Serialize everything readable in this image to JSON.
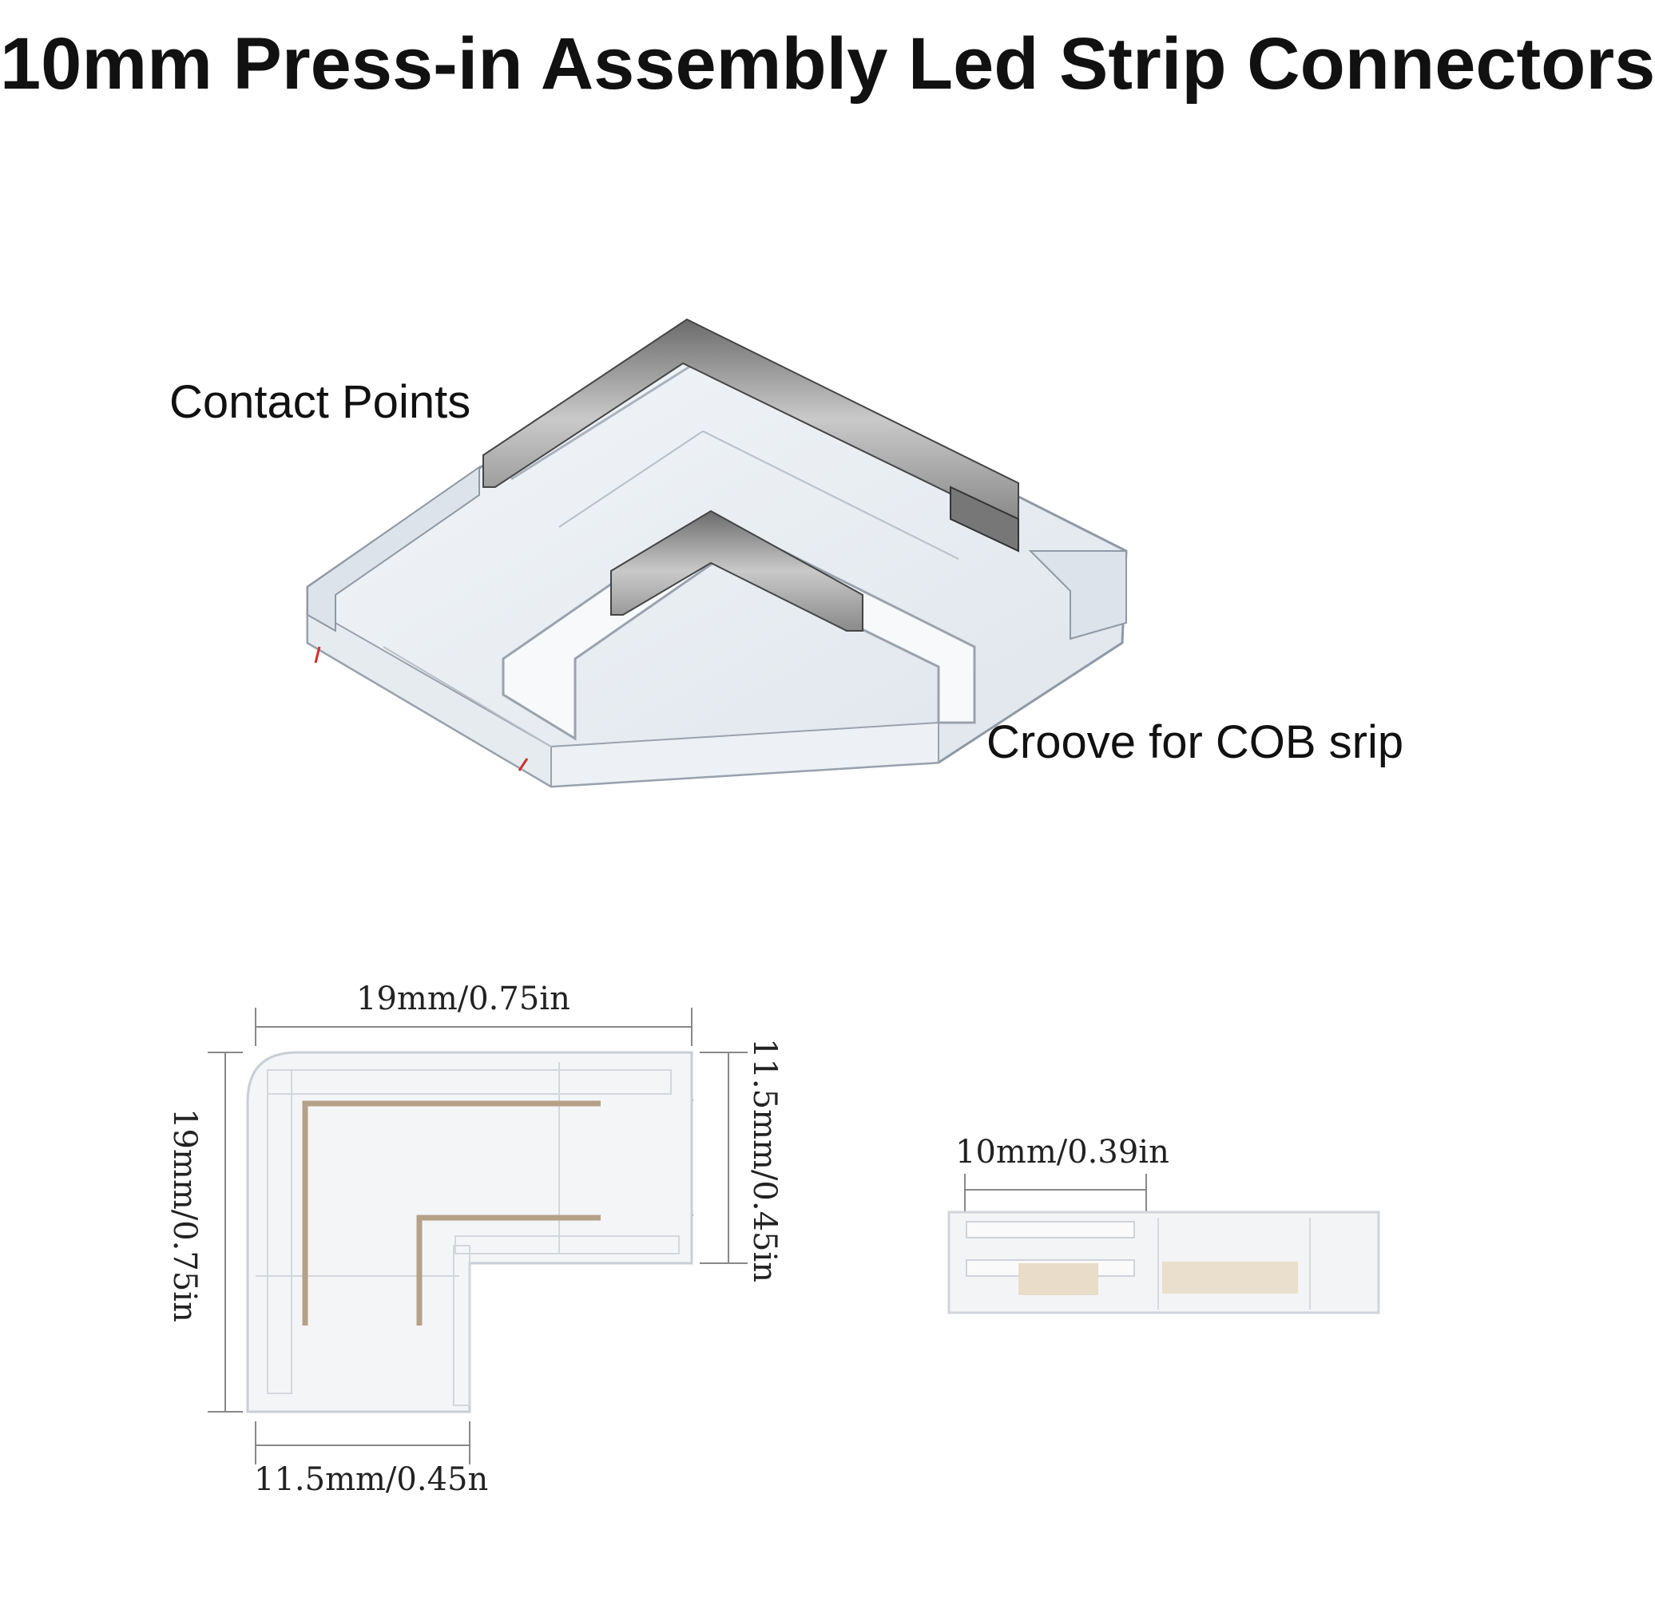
{
  "title": "10mm Press-in Assembly Led Strip Connectors",
  "callouts": {
    "contact_points": "Contact Points",
    "groove": "Croove for COB srip"
  },
  "dimensions": {
    "top_width": "19mm/0.75in",
    "left_height": "19mm/0.75in",
    "right_height": "11.5mm/0.45in",
    "bottom_width": "11.5mm/0.45n",
    "side_width": "10mm/0.39in"
  },
  "colors": {
    "contact_metal": "#a9a198",
    "wire": "#b5a187",
    "clear_plastic": "#eef2f6",
    "outline": "#9aa2ad"
  }
}
